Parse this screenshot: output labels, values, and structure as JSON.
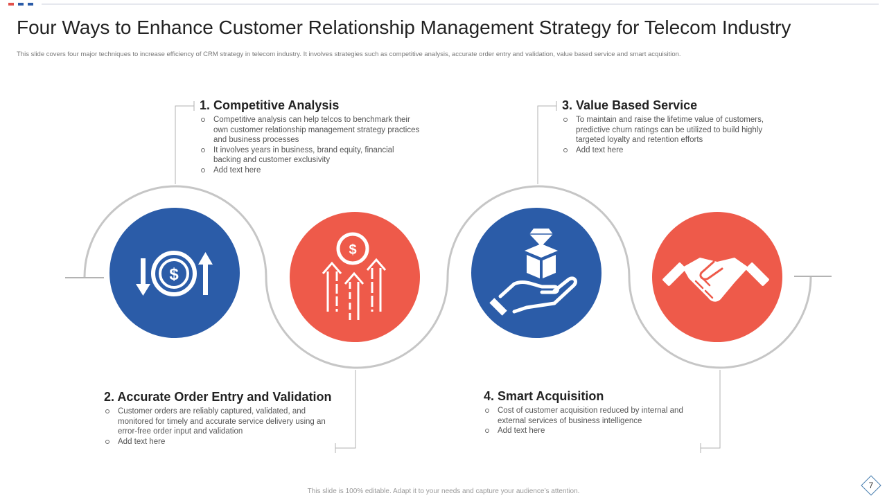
{
  "colors": {
    "blue": "#2b5ca8",
    "red": "#ee5a4a",
    "ring": "#c6c6c6",
    "accent_mark_red": "#e2504a",
    "accent_mark_blue": "#2b5ca8"
  },
  "header": {
    "title": "Four Ways to Enhance Customer Relationship Management Strategy for Telecom Industry",
    "subtitle": "This slide covers four major techniques to increase efficiency of CRM strategy in telecom industry. It involves strategies such as competitive analysis, accurate order entry and validation, value based service and smart acquisition."
  },
  "steps": [
    {
      "number": "1.",
      "title": "Competitive Analysis",
      "icon": "currency-exchange-icon",
      "bullets": [
        "Competitive analysis can help telcos to benchmark their own customer relationship management strategy practices and business processes",
        "It involves years in business, brand equity, financial backing and  customer exclusivity",
        "Add text here"
      ]
    },
    {
      "number": "2.",
      "title": "Accurate Order Entry and Validation",
      "icon": "dollar-growth-arrows-icon",
      "bullets": [
        "Customer orders are reliably captured, validated, and monitored for timely and accurate service delivery using an error-free order input and validation",
        "Add text here"
      ]
    },
    {
      "number": "3.",
      "title": "Value Based Service",
      "icon": "gift-hand-icon",
      "bullets": [
        "To maintain and raise the lifetime value of customers, predictive churn ratings can be utilized to build highly targeted loyalty and retention efforts",
        "Add text here"
      ]
    },
    {
      "number": "4.",
      "title": "Smart  Acquisition",
      "icon": "handshake-icon",
      "bullets": [
        "Cost of customer acquisition reduced by internal and external services of business intelligence",
        "Add text here"
      ]
    }
  ],
  "footer": {
    "note": "This slide is 100% editable. Adapt it to your needs and capture your audience’s attention.",
    "page_number": "7"
  }
}
